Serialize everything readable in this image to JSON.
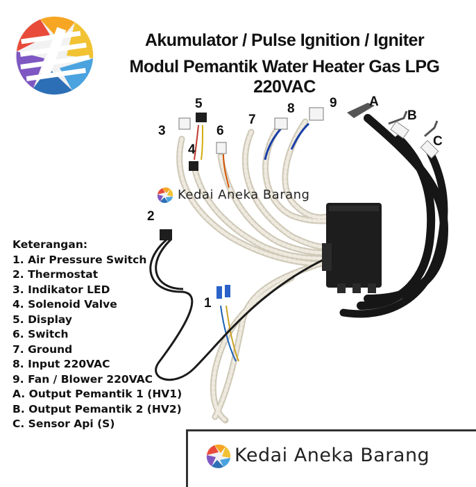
{
  "title": {
    "line1": "Akumulator /  Pulse Ignition / Igniter",
    "line2": "Modul Pemantik Water Heater Gas LPG 220VAC"
  },
  "labels": {
    "n1": "1",
    "n2": "2",
    "n3": "3",
    "n4": "4",
    "n5": "5",
    "n6": "6",
    "n7": "7",
    "n8": "8",
    "n9": "9",
    "A": "A",
    "B": "B",
    "C": "C"
  },
  "legend": {
    "heading": "Keterangan:",
    "items": [
      "1. Air Pressure Switch",
      "2. Thermostat",
      "3. Indikator LED",
      "4. Solenoid Valve",
      "5. Display",
      "6. Switch",
      "7. Ground",
      "8. Input 220VAC",
      "9. Fan / Blower 220VAC",
      "A. Output Pemantik 1 (HV1)",
      "B. Output Pemantik 2 (HV2)",
      "C. Sensor Api (S)"
    ]
  },
  "watermark": {
    "center": "Kedai Aneka Barang",
    "footer": "Kedai Aneka Barang"
  }
}
